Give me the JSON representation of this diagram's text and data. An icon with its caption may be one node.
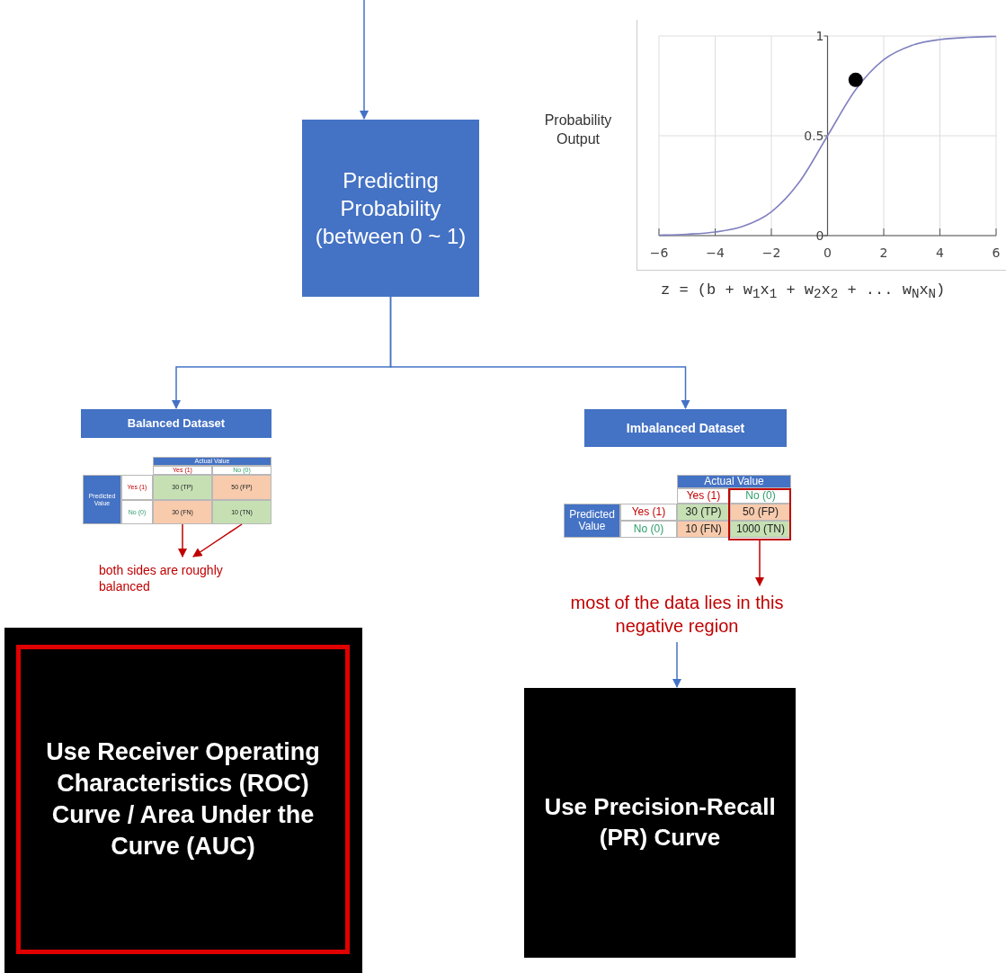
{
  "diagram": {
    "nodes": [
      {
        "text": [
          "Predicting Probability (between 0 ~ 1)"
        ]
      },
      {
        "text": [
          "Balanced Dataset"
        ]
      },
      {
        "text": [
          "Imbalanced Dataset"
        ]
      },
      {
        "text": [],
        "shape": "box"
      },
      {
        "text": [
          "both sides are roughly balanced"
        ]
      },
      {
        "text": [
          "most of the data lies in this negative region"
        ]
      },
      {
        "text": [
          "Use Receiver Operating Characteristics (ROC) Curve / Area Under the Curve (AUC)"
        ]
      },
      {
        "text": [
          "Use Precision-Recall (PR) Curve"
        ]
      },
      {
        "text": [
          "30 (FN)"
        ]
      },
      {
        "text": [
          "10 (TN)"
        ]
      }
    ],
    "edges": [
      {
        "from": null,
        "to": 0,
        "arrow": "to"
      },
      {
        "from": 0,
        "to": 1,
        "arrow": "to"
      },
      {
        "from": 0,
        "to": 2,
        "arrow": "to"
      },
      {
        "from": 8,
        "to": 4,
        "arrow": "to",
        "color": "#c00000"
      },
      {
        "from": 9,
        "to": 4,
        "arrow": "to",
        "color": "#c00000"
      },
      {
        "from": 3,
        "to": 5,
        "arrow": "to",
        "color": "#c00000"
      },
      {
        "from": 5,
        "to": 7,
        "arrow": "to"
      }
    ],
    "labels": [
      "Actual Value",
      "Yes (1)",
      "No (0)",
      "Predicted Value",
      "Yes (1)",
      "30 (TP)",
      "50 (FP)",
      "No (0)",
      "Actual Value",
      "Yes (1)",
      "No (0)",
      "Predicted Value",
      "Yes (1)",
      "30 (TP)",
      "50 (FP)",
      "No (0)",
      "10 (FN)",
      "1000 (TN)",
      "z = (b + w$_{1}$x$_{1}$ + w$_{2}$x$_{2}$ + ... w$_{N}$x$_{N}$)"
    ],
    "chart_data": {
      "type": "line",
      "ylabel": "Probability Output",
      "x": [
        -6,
        -5,
        -4,
        -3,
        -2,
        -1,
        0,
        1,
        2,
        3,
        4,
        5,
        6
      ],
      "series": [
        {
          "color": "#8080c0",
          "values": [
            0.002,
            0.007,
            0.018,
            0.047,
            0.119,
            0.269,
            0.5,
            0.731,
            0.881,
            0.953,
            0.982,
            0.993,
            0.998
          ]
        },
        {
          "color": "#000000",
          "marker": "circle",
          "values": [
            null,
            null,
            null,
            null,
            null,
            null,
            null,
            0.78,
            null,
            null,
            null,
            null,
            null
          ]
        }
      ],
      "xlim": [
        -6,
        6
      ],
      "ylim": [
        0,
        1
      ],
      "xticks": [
        {
          "value": -6,
          "label": "−6"
        },
        {
          "value": -4,
          "label": "−4"
        },
        {
          "value": -2,
          "label": "−2"
        },
        0,
        2,
        4,
        6
      ],
      "yticks": [
        0,
        0.5,
        1
      ],
      "grid": true
    }
  }
}
